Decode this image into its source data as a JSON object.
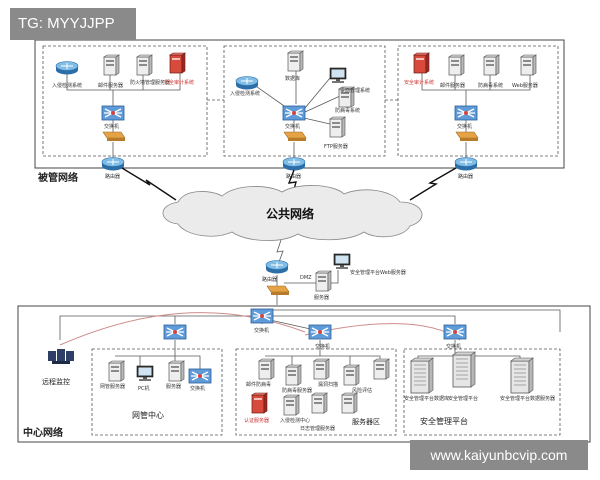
{
  "watermarks": {
    "top_left": "TG: MYYJJPP",
    "bottom_right": "www.kaiyunbcvip.com"
  },
  "regions": {
    "managed_network": "被管网络",
    "public_network": "公共网络",
    "center_network": "中心网络",
    "nms_center": "网管中心",
    "server_area": "服务器区",
    "security_platform": "安全管理平台"
  },
  "labels": {
    "router": "路由器",
    "switch": "交换机",
    "dmz": "DMZ",
    "intrusion_detection": "入侵检测系统",
    "mail_server": "邮件服务器",
    "firewall_mgmt": "防火墙管理服务器",
    "security_audit": "安全审计系统",
    "ftp_server": "FTP服务器",
    "db": "数据库",
    "desktop_mgmt": "桌面管理系统",
    "antivirus": "防病毒系统",
    "web_server": "Web服务器",
    "sec_web_server": "安全管理平台Web服务器",
    "remote_monitor": "远程监控",
    "nms_server": "网管服务器",
    "pc": "PC机",
    "server": "服务器",
    "switch2": "交换机",
    "mail_antivirus": "邮件防病毒",
    "antivirus_server": "防病毒服务器",
    "vuln_scan": "漏洞扫描",
    "risk_eval": "风险评估",
    "log_mgmt": "日志管理服务器",
    "cert_server": "认证服务器",
    "ids_center": "入侵检测中心",
    "sec_db": "安全管理平台数据库",
    "sec_app": "安全管理平台",
    "sec_db2": "安全管理平台数据服务器"
  },
  "colors": {
    "accent_red": "#cc3333",
    "cable": "#5a5a5a",
    "cable_red": "#cf8c8c",
    "router": "#5aa3d6",
    "firewall": "#e0a040"
  }
}
